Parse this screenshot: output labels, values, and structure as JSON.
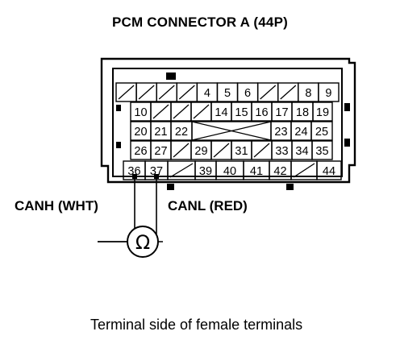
{
  "title": "PCM CONNECTOR A (44P)",
  "caption": "Terminal side of female terminals",
  "labels": {
    "canh": "CANH (WHT)",
    "canl": "CANL (RED)"
  },
  "meter_symbol": "Ω",
  "connector": {
    "rows": [
      [
        null,
        null,
        null,
        null,
        "4",
        "5",
        "6",
        null,
        null,
        "8",
        "9"
      ],
      [
        "10",
        null,
        null,
        null,
        "14",
        "15",
        "16",
        "17",
        "18",
        "19"
      ],
      [
        "20",
        "21",
        "22",
        "",
        "23",
        "24",
        "25"
      ],
      [
        "26",
        "27",
        null,
        "29",
        null,
        "31",
        null,
        "33",
        "34",
        "35"
      ],
      [
        "36",
        "37",
        null,
        "39",
        "40",
        "41",
        "42",
        null,
        "44"
      ]
    ]
  }
}
